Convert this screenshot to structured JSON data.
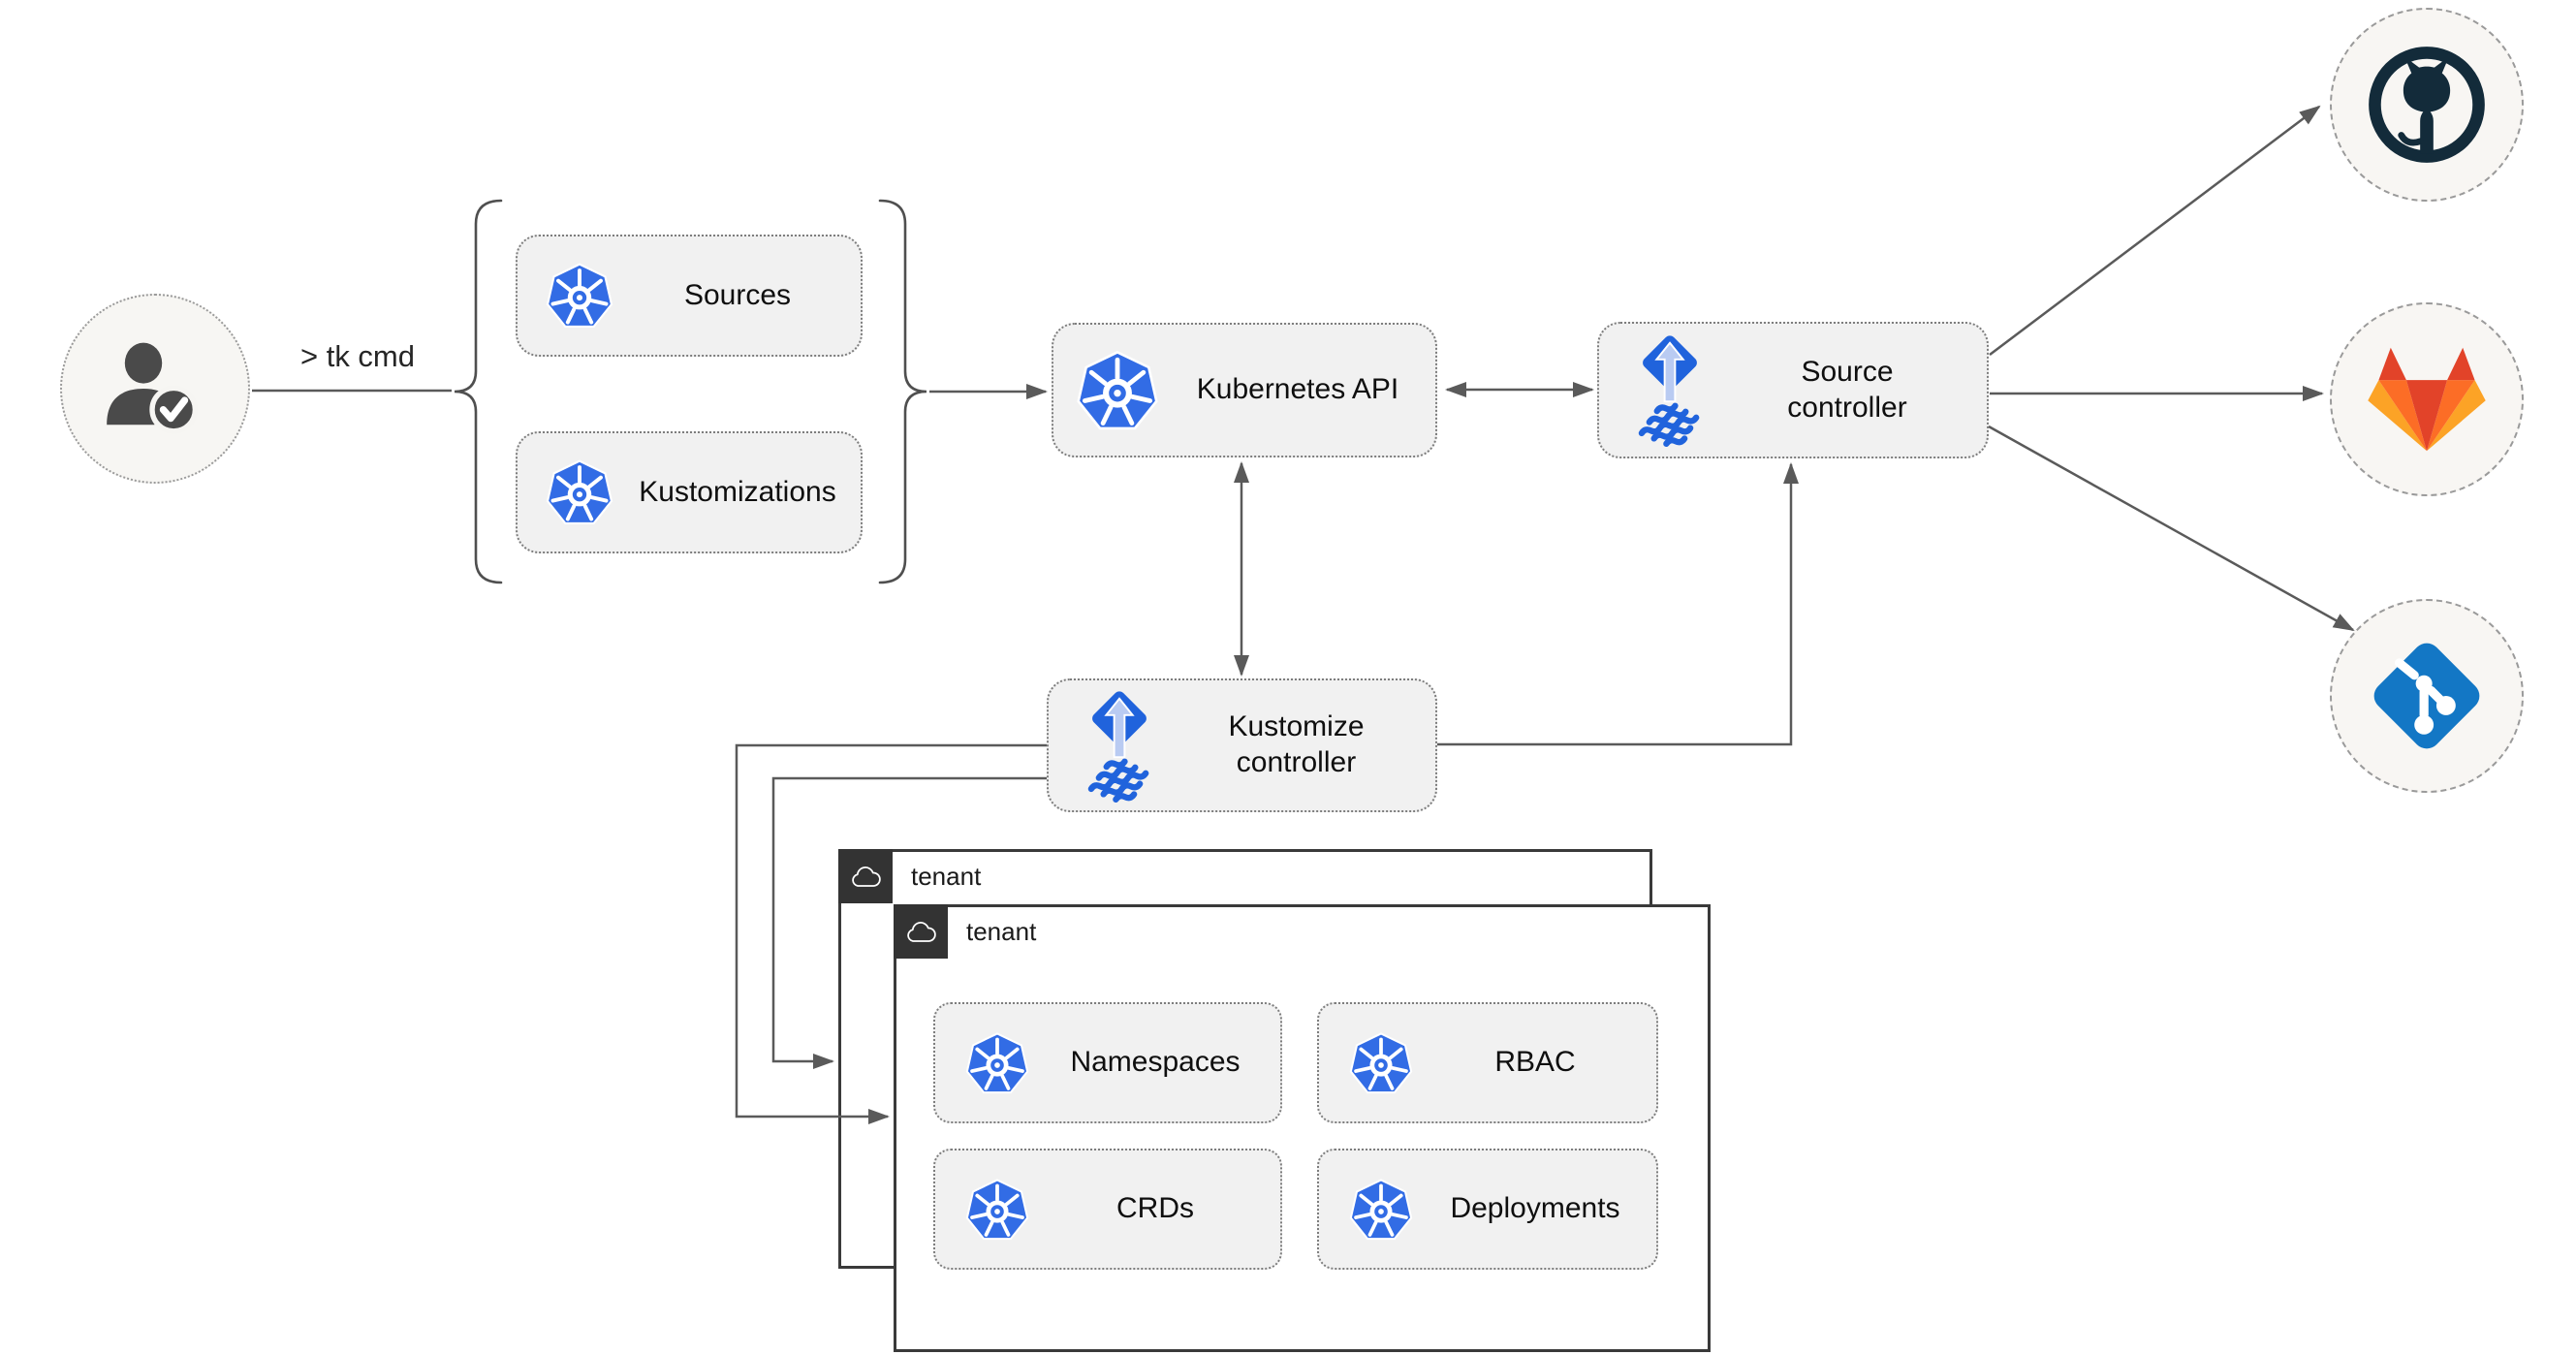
{
  "user_flow": {
    "command": "> tk cmd",
    "user_icon": "user-check-icon"
  },
  "definitions": {
    "sources": "Sources",
    "kustomizations": "Kustomizations",
    "item_icon": "kubernetes-icon"
  },
  "cluster": {
    "kubernetes_api": "Kubernetes API",
    "source_controller": "Source controller",
    "kustomize_controller": "Kustomize controller",
    "api_icon": "kubernetes-icon",
    "controller_icon": "flux-icon"
  },
  "tenants": {
    "back_label": "tenant",
    "front_label": "tenant",
    "tab_icon": "cloud-icon",
    "resources": [
      "Namespaces",
      "RBAC",
      "CRDs",
      "Deployments"
    ],
    "resource_icon": "kubernetes-icon"
  },
  "repositories": {
    "icons": [
      "github-icon",
      "gitlab-icon",
      "git-icon"
    ]
  },
  "colors": {
    "kubernetes_blue": "#326ce5",
    "flux_blue": "#2063dc",
    "flux_arrow_light": "#b9cbf2",
    "github_dark": "#132b3a",
    "gitlab_red": "#e24329",
    "gitlab_orange": "#fc6d26",
    "gitlab_amber": "#fca326",
    "git_blue": "#1377c5",
    "connector_gray": "#5a5a5a",
    "node_fill": "#f1f1f1",
    "tenant_border": "#3a3a3a",
    "icon_person_gray": "#4a4a4a"
  }
}
